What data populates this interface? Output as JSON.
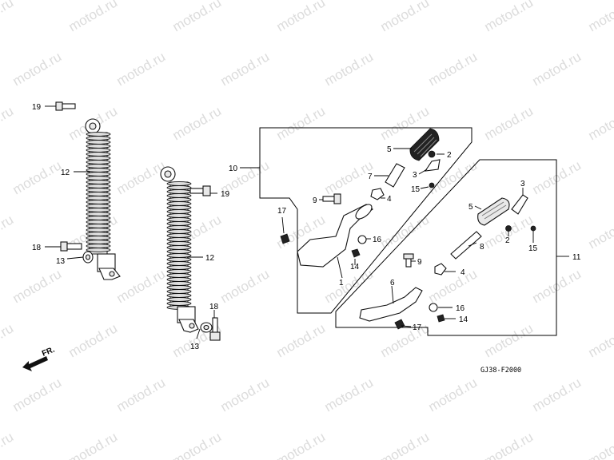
{
  "watermark_text": "motod.ru",
  "diagram_code": "GJ38-F2000",
  "front_arrow_label": "FR.",
  "callouts": {
    "c19a": "19",
    "c12a": "12",
    "c18a": "18",
    "c13a": "13",
    "c19b": "19",
    "c12b": "12",
    "c18b": "18",
    "c13b": "13",
    "c10": "10",
    "c5a": "5",
    "c2a": "2",
    "c7": "7",
    "c3a": "3",
    "c15a": "15",
    "c9a": "9",
    "c4a": "4",
    "c17a": "17",
    "c16a": "16",
    "c14a": "14",
    "c1": "1",
    "c5b": "5",
    "c3b": "3",
    "c2b": "2",
    "c15b": "15",
    "c8": "8",
    "c11": "11",
    "c9b": "9",
    "c4b": "4",
    "c6": "6",
    "c16b": "16",
    "c14b": "14",
    "c17b": "17"
  }
}
